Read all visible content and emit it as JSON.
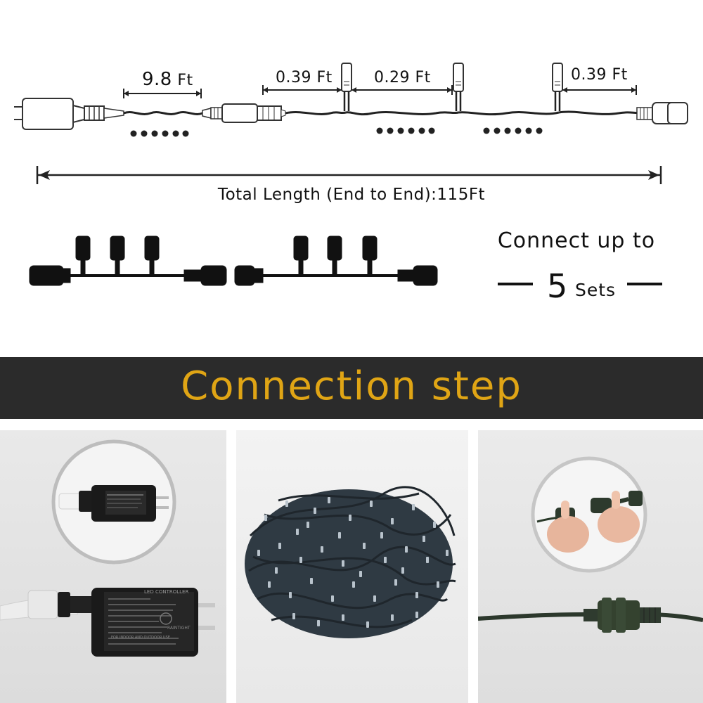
{
  "diagram": {
    "seg1": {
      "value": "9.8",
      "unit": "Ft"
    },
    "seg2": {
      "value": "0.39",
      "unit": "Ft"
    },
    "seg3": {
      "value": "0.29",
      "unit": "Ft"
    },
    "seg4": {
      "value": "0.39",
      "unit": "Ft"
    },
    "total_label": "Total Length (End to End):",
    "total_value": "115",
    "total_unit": "Ft"
  },
  "connect": {
    "heading": "Connect up to",
    "number": "5",
    "word": "Sets"
  },
  "banner": {
    "title": "Connection step"
  },
  "adapter_label": {
    "title": "LED CONTROLLER",
    "brand": "RAINTIGHT",
    "note": "FOR INDOOR AND OUTDOOR USE"
  },
  "colors": {
    "banner_bg": "#2b2b2b",
    "banner_text": "#e0a515",
    "wire": "#1a1a1a",
    "cable_green": "#2f3a2c"
  }
}
